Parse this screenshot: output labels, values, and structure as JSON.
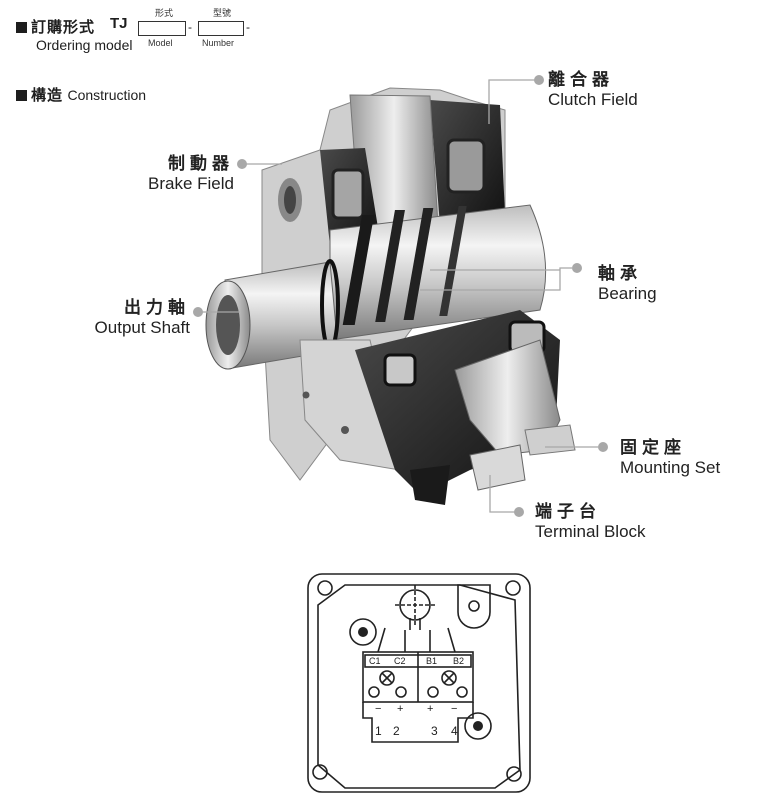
{
  "ordering": {
    "title_zh": "訂購形式",
    "title_en": "Ordering model",
    "prefix": "TJ",
    "field1_label_zh": "形式",
    "field1_label_en": "Model",
    "field2_label_zh": "型號",
    "field2_label_en": "Number",
    "separator": "-"
  },
  "construction": {
    "title_zh": "構造",
    "title_en": "Construction"
  },
  "callouts": [
    {
      "zh": "離合器",
      "en": "Clutch Field"
    },
    {
      "zh": "制動器",
      "en": "Brake Field"
    },
    {
      "zh": "軸承",
      "en": "Bearing"
    },
    {
      "zh": "出力軸",
      "en": "Output Shaft"
    },
    {
      "zh": "固定座",
      "en": "Mounting Set"
    },
    {
      "zh": "端子台",
      "en": "Terminal Block"
    }
  ],
  "terminal_diagram": {
    "terminals": [
      "C1",
      "C2",
      "B1",
      "B2"
    ],
    "polarity": [
      "−",
      "+",
      "+",
      "−"
    ],
    "numbers": [
      "1",
      "2",
      "3",
      "4"
    ]
  },
  "colors": {
    "text": "#1e1e1e",
    "leader": "#a0a0a0",
    "metal_light": "#d8d8d8",
    "metal_dark": "#2a2a2a"
  }
}
